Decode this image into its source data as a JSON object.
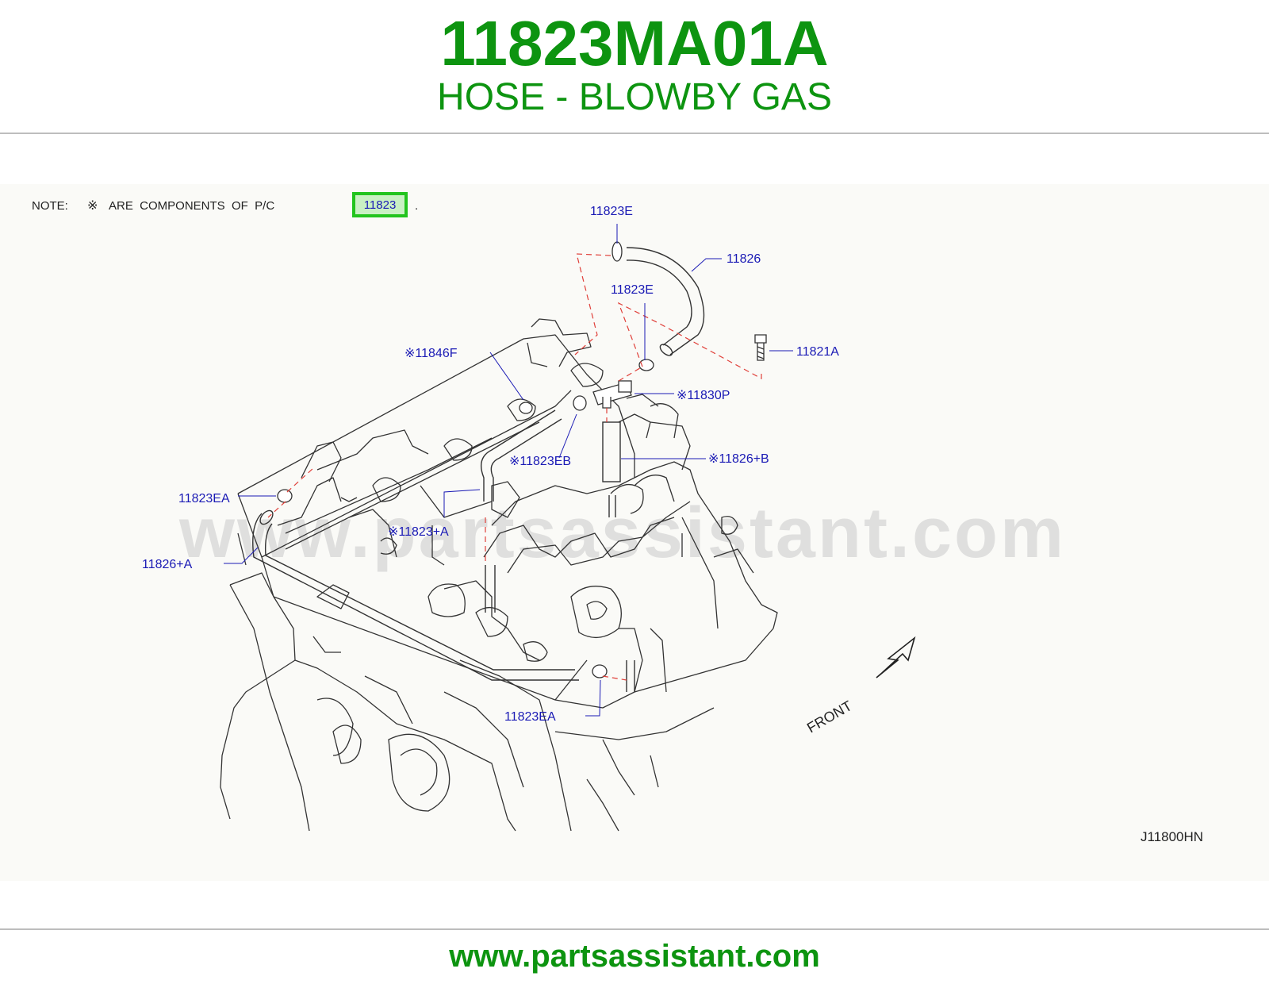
{
  "header": {
    "part_number": "11823MA01A",
    "part_name": "HOSE - BLOWBY GAS"
  },
  "note": {
    "prefix": "NOTE:",
    "symbol": "※",
    "text": "ARE  COMPONENTS  OF  P/C",
    "pc_code": "11823",
    "suffix": "."
  },
  "callouts": {
    "c_11823E_top": "11823E",
    "c_11826": "11826",
    "c_11823E_mid": "11823E",
    "c_11821A": "11821A",
    "c_11846F": "※11846F",
    "c_11830P": "※11830P",
    "c_11823EB": "※11823EB",
    "c_11826B": "※11826+B",
    "c_11823EA_left": "11823EA",
    "c_11823A": "※11823+A",
    "c_11826A": "11826+A",
    "c_11823EA_bottom": "11823EA"
  },
  "direction_label": "FRONT",
  "drawing_code": "J11800HN",
  "watermark": "www.partsassistant.com",
  "footer": {
    "url": "www.partsassistant.com"
  },
  "colors": {
    "brand_green": "#0d9410",
    "callout_blue": "#1a1ab5",
    "highlight_green": "#22c41e",
    "dashed_red": "#e0403a"
  }
}
